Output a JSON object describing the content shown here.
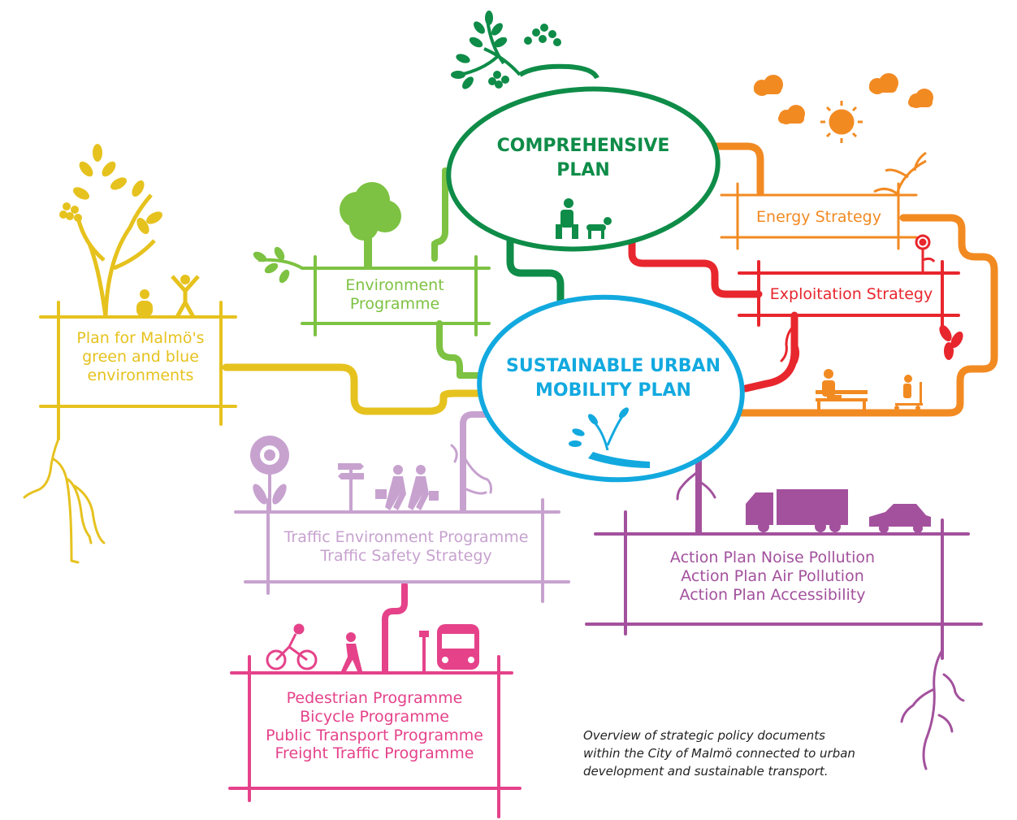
{
  "colors": {
    "green_dark": "#0e8c48",
    "green_light": "#7dc242",
    "yellow": "#e6c21e",
    "orange": "#f28a22",
    "red": "#e8262d",
    "blue": "#12a9df",
    "lilac": "#c7a2cf",
    "purple": "#a3519d",
    "pink": "#e5428a"
  },
  "hubs": {
    "comprehensive": [
      "COMPREHENSIVE",
      "PLAN"
    ],
    "sump": [
      "SUSTAINABLE URBAN",
      "MOBILITY PLAN"
    ]
  },
  "documents": {
    "environment": [
      "Environment",
      "Programme"
    ],
    "green_blue": [
      "Plan for Malmö's",
      "green and blue",
      "environments"
    ],
    "energy": [
      "Energy Strategy"
    ],
    "exploitation": [
      "Exploitation Strategy"
    ],
    "traffic": [
      "Traffic Environment Programme",
      "Traffic Safety Strategy"
    ],
    "action": [
      "Action Plan Noise Pollution",
      "Action Plan Air Pollution",
      "Action Plan Accessibility"
    ],
    "programmes": [
      "Pedestrian Programme",
      "Bicycle Programme",
      "Public Transport Programme",
      "Freight Traffic Programme"
    ]
  },
  "caption": [
    "Overview of strategic policy documents",
    "within the City of Malmö connected to urban",
    "development and sustainable transport."
  ],
  "icons": [
    "tree-icon",
    "sun-icon",
    "cloud-icon",
    "person-with-dog-icon",
    "people-icon",
    "flower-icon",
    "signpost-icon",
    "walking-people-icon",
    "bench-person-icon",
    "scooter-icon",
    "truck-icon",
    "car-icon",
    "cyclist-icon",
    "pedestrian-icon",
    "bus-icon",
    "hand-plant-icon",
    "roots-icon"
  ]
}
